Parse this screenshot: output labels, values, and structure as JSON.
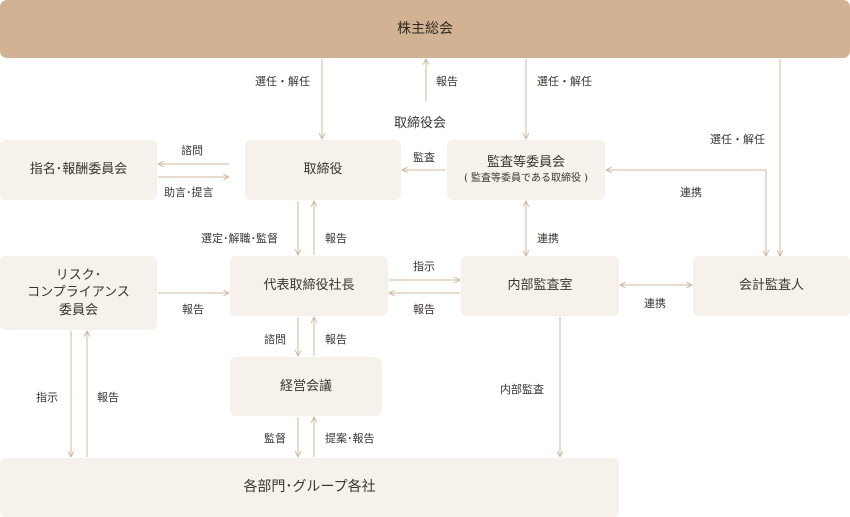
{
  "nodes": {
    "shareholders": "株主総会",
    "board_meeting": "取締役会",
    "directors": "取締役",
    "audit_committee": "監査等委員会",
    "audit_committee_sub": "( 監査等委員である取締役 )",
    "nomination": "指名･報酬委員会",
    "risk_line1": "リスク･",
    "risk_line2": "コンプライアンス",
    "risk_line3": "委員会",
    "president": "代表取締役社長",
    "internal_audit_office": "内部監査室",
    "accounting_auditor": "会計監査人",
    "management_meeting": "経営会議",
    "departments": "各部門･グループ各社"
  },
  "labels": {
    "appoint_dismiss_1": "選任・解任",
    "report_1": "報告",
    "appoint_dismiss_2": "選任・解任",
    "appoint_dismiss_3": "選任・解任",
    "consult": "諮問",
    "advice": "助言･提言",
    "audit": "監査",
    "cooperation_1": "連携",
    "select_supervise": "選定･解職･監督",
    "report_2": "報告",
    "cooperation_2": "連携",
    "instruction_1": "指示",
    "report_3": "報告",
    "report_4": "報告",
    "cooperation_3": "連携",
    "consult_2": "諮問",
    "report_5": "報告",
    "instruction_2": "指示",
    "report_6": "報告",
    "internal_audit": "内部監査",
    "supervise": "監督",
    "propose_report": "提案･報告"
  }
}
